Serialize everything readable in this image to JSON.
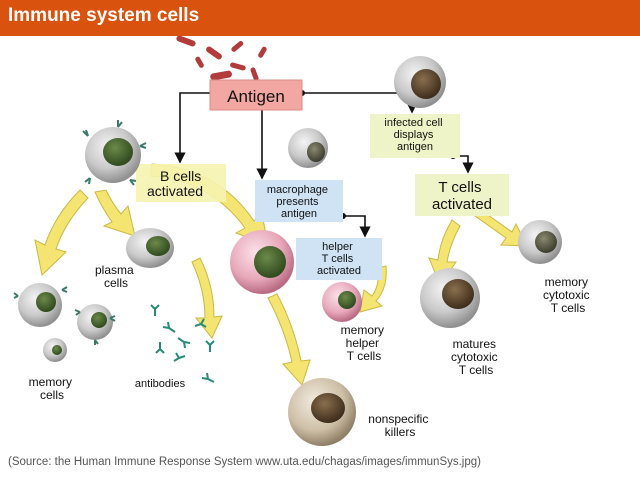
{
  "header": {
    "title": "Immune system cells"
  },
  "diagram": {
    "antigen": "Antigen",
    "infected_cell": [
      "infected cell",
      "displays",
      "antigen"
    ],
    "b_cells_activated": [
      "B cells",
      "activated"
    ],
    "macrophage": [
      "macrophage",
      "presents",
      "antigen"
    ],
    "t_cells_activated": [
      "T cells",
      "activated"
    ],
    "helper_t_cells": [
      "helper",
      "T cells",
      "activated"
    ],
    "plasma_cells": [
      "plasma",
      "cells"
    ],
    "memory_cytotoxic": [
      "memory",
      "cytotoxic",
      "T cells"
    ],
    "memory_helper": [
      "memory",
      "helper",
      "T cells"
    ],
    "memory_cells": [
      "memory",
      "cells"
    ],
    "antibodies": "antibodies",
    "matures_cytotoxic": [
      "matures",
      "cytotoxic",
      "T cells"
    ],
    "nonspecific_killers": [
      "nonspecific",
      "killers"
    ]
  },
  "footer": {
    "source": "(Source: the Human Immune Response System www.uta.edu/chagas/images/immunSys.jpg)"
  },
  "colors": {
    "header": "#d9530f",
    "antigen_box": "#f2a7a2",
    "b_cells_box": "#f6f3b0",
    "macrophage_box": "#cfe3f5",
    "t_cells_box": "#eef4c8",
    "arrow_yellow": "#f4e36a"
  }
}
